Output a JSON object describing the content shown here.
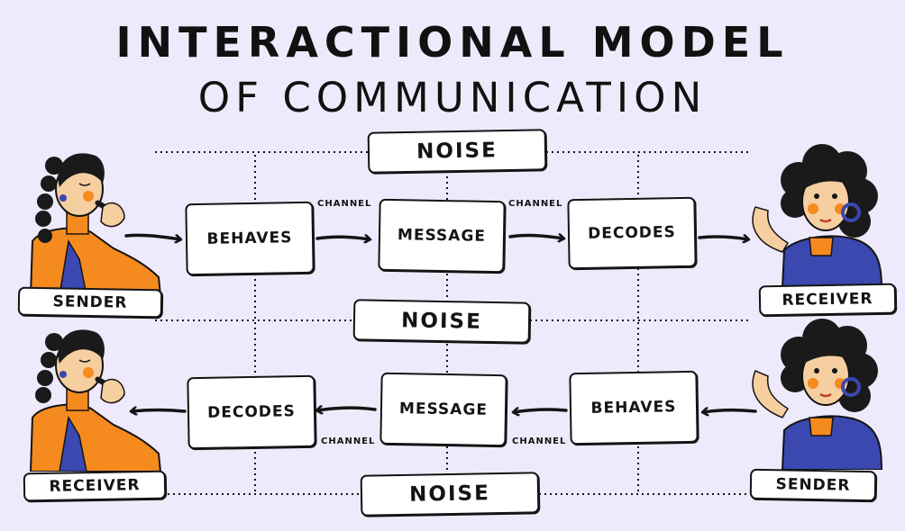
{
  "title": {
    "line1": "INTERACTIONAL MODEL",
    "line2": "OF COMMUNICATION"
  },
  "top_row": {
    "noise": "NOISE",
    "steps": [
      "BEHAVES",
      "MESSAGE",
      "DECODES"
    ],
    "channels": [
      "CHANNEL",
      "CHANNEL"
    ],
    "left_role": "SENDER",
    "right_role": "RECEIVER"
  },
  "middle": {
    "noise": "NOISE"
  },
  "bottom_row": {
    "noise": "NOISE",
    "steps": [
      "DECODES",
      "MESSAGE",
      "BEHAVES"
    ],
    "channels": [
      "CHANNEL",
      "CHANNEL"
    ],
    "left_role": "RECEIVER",
    "right_role": "SENDER"
  },
  "colors": {
    "background": "#efeafb",
    "ink": "#141414",
    "box": "#ffffff",
    "woman_left_top": "#f58a1f",
    "woman_right_dress": "#3a48b0",
    "hair": "#1a1a1a",
    "skin": "#f6cfa0"
  },
  "icons": [
    "woman-with-mic-icon",
    "woman-curly-hair-icon",
    "arrow-right-icon",
    "arrow-left-icon"
  ]
}
